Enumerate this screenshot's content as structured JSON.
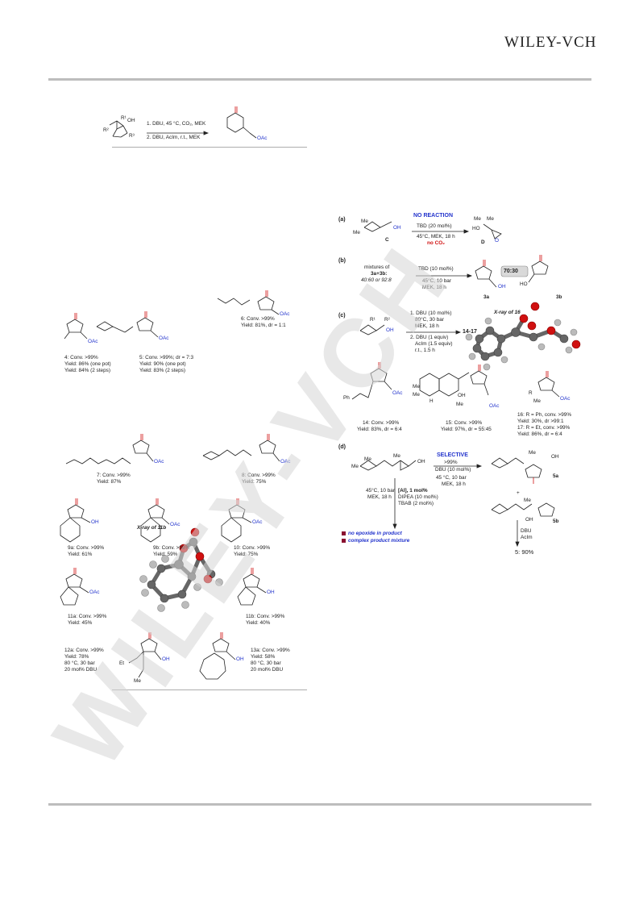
{
  "header": {
    "publisher": "WILEY-VCH"
  },
  "watermark": {
    "text": "WILEY-VCH"
  },
  "left_panel": {
    "scheme": {
      "step1": "1. DBU, 45 °C, CO₂, MEK",
      "step2": "2. DBU, AcIm, r.t., MEK",
      "r1": "R¹",
      "r2": "R²",
      "r3": "R³",
      "oac": "OAc",
      "oh": "OH"
    },
    "compounds": [
      {
        "id": "4",
        "line1": "4: Conv. >99%",
        "line2": "Yield: 86% (one pot)",
        "line3": "Yield: 84% (2 steps)"
      },
      {
        "id": "5",
        "line1": "5: Conv. >99%; dr = 7:3",
        "line2": "Yield: 90% (one pot)",
        "line3": "Yield: 83% (2 steps)"
      },
      {
        "id": "6",
        "line1": "6: Conv. >99%",
        "line2": "Yield: 81%, dr = 1:1"
      },
      {
        "id": "7",
        "line1": "7: Conv. >99%",
        "line2": "Yield: 87%"
      },
      {
        "id": "8",
        "line1": "8: Conv. >99%",
        "line2": "Yield: 75%"
      },
      {
        "id": "9a",
        "line1": "9a: Conv. >99%",
        "line2": "Yield: 61%"
      },
      {
        "id": "9b",
        "line1": "9b: Conv. >99%",
        "line2": "Yield: 59%"
      },
      {
        "id": "10",
        "line1": "10: Conv. >99%",
        "line2": "Yield: 75%"
      },
      {
        "id": "11a",
        "line1": "11a: Conv. >99%",
        "line2": "Yield: 45%"
      },
      {
        "id": "11b",
        "line1": "11b: Conv. >99%",
        "line2": "Yield: 40%"
      },
      {
        "id": "12a",
        "line1": "12a: Conv. >99%",
        "line2": "Yield: 78%",
        "line3": "80 °C, 30 bar",
        "line4": "20 mol% DBU"
      },
      {
        "id": "13a",
        "line1": "13a: Conv. >99%",
        "line2": "Yield: 58%",
        "line3": "80 °C, 30 bar",
        "line4": "20 mol% DBU"
      }
    ],
    "xray_label": "X-ray of 11b",
    "me": "Me",
    "et": "Et",
    "oac": "OAc",
    "oh": "OH"
  },
  "right_panel": {
    "a": {
      "label": "(a)",
      "title": "NO REACTION",
      "cond1": "TBD (20 mol%)",
      "cond2": "45°C, MEK, 18 h",
      "cond3": "no CO₂",
      "sm": "C",
      "prod": "D",
      "me": "Me",
      "oh": "OH",
      "ho": "HO",
      "o": "O"
    },
    "b": {
      "label": "(b)",
      "sm1": "mixtures of",
      "sm2": "3a+3b:",
      "sm3": "40:60 or 92:8",
      "cond1": "TBD (10 mol%)",
      "cond2": "45°C, 10 bar",
      "cond3": "MEK, 18 h",
      "ratio": "70:30",
      "p1": "3a",
      "p2": "3b",
      "oh": "OH",
      "ho": "HO"
    },
    "c": {
      "label": "(c)",
      "cond1": "1. DBU (10 mol%)",
      "cond2": "80°C, 30 bar",
      "cond3": "MEK, 18 h",
      "cond4": "2. DBU (1 equiv)",
      "cond5": "AcIm (1.5 equiv)",
      "cond6": "r.t., 1.5 h",
      "prod": "14-17",
      "xray": "X-ray of 16",
      "r1": "R¹",
      "r2": "R²",
      "oh": "OH"
    },
    "compounds": [
      {
        "id": "14",
        "line1": "14: Conv. >99%",
        "line2": "Yield: 83%, dr = 6:4"
      },
      {
        "id": "15",
        "line1": "15: Conv. >99%",
        "line2": "Yield: 97%, dr = 55:45"
      },
      {
        "id": "16",
        "line1": "16: R = Ph, conv. >99%",
        "line2": "Yield: 30%, dr >99:1"
      },
      {
        "id": "17",
        "line1": "17: R = Et, conv. >99%",
        "line2": "Yield: 86%, dr = 6:4"
      }
    ],
    "d": {
      "label": "(d)",
      "title": "SELECTIVE",
      "conv": ">99%",
      "cond1": "DBU (10 mol%)",
      "cond2": "45 °C, 10 bar",
      "cond3": "MEK, 18 h",
      "alt1": "[Al], 1 mol%",
      "alt2": "DIPEA (10 mol%)",
      "alt3": "TBAB (2 mol%)",
      "altc1": "45°C, 10 bar",
      "altc2": "MEK, 18 h",
      "note1": "no epoxide in product",
      "note2": "complex product mixture",
      "p1": "5a",
      "p2": "5b",
      "dbu": "DBU",
      "acim": "AcIm",
      "final": "5: 90%",
      "plus": "+"
    },
    "oac": "OAc",
    "me": "Me",
    "oh": "OH",
    "ph": "Ph",
    "h": "H",
    "r": "R"
  },
  "colors": {
    "oxygen": "#d01010",
    "blue": "#2233cc",
    "watermark": "#d6d6d6",
    "rule": "#bdbdbd",
    "ratio_box": "#d9d9d9"
  }
}
